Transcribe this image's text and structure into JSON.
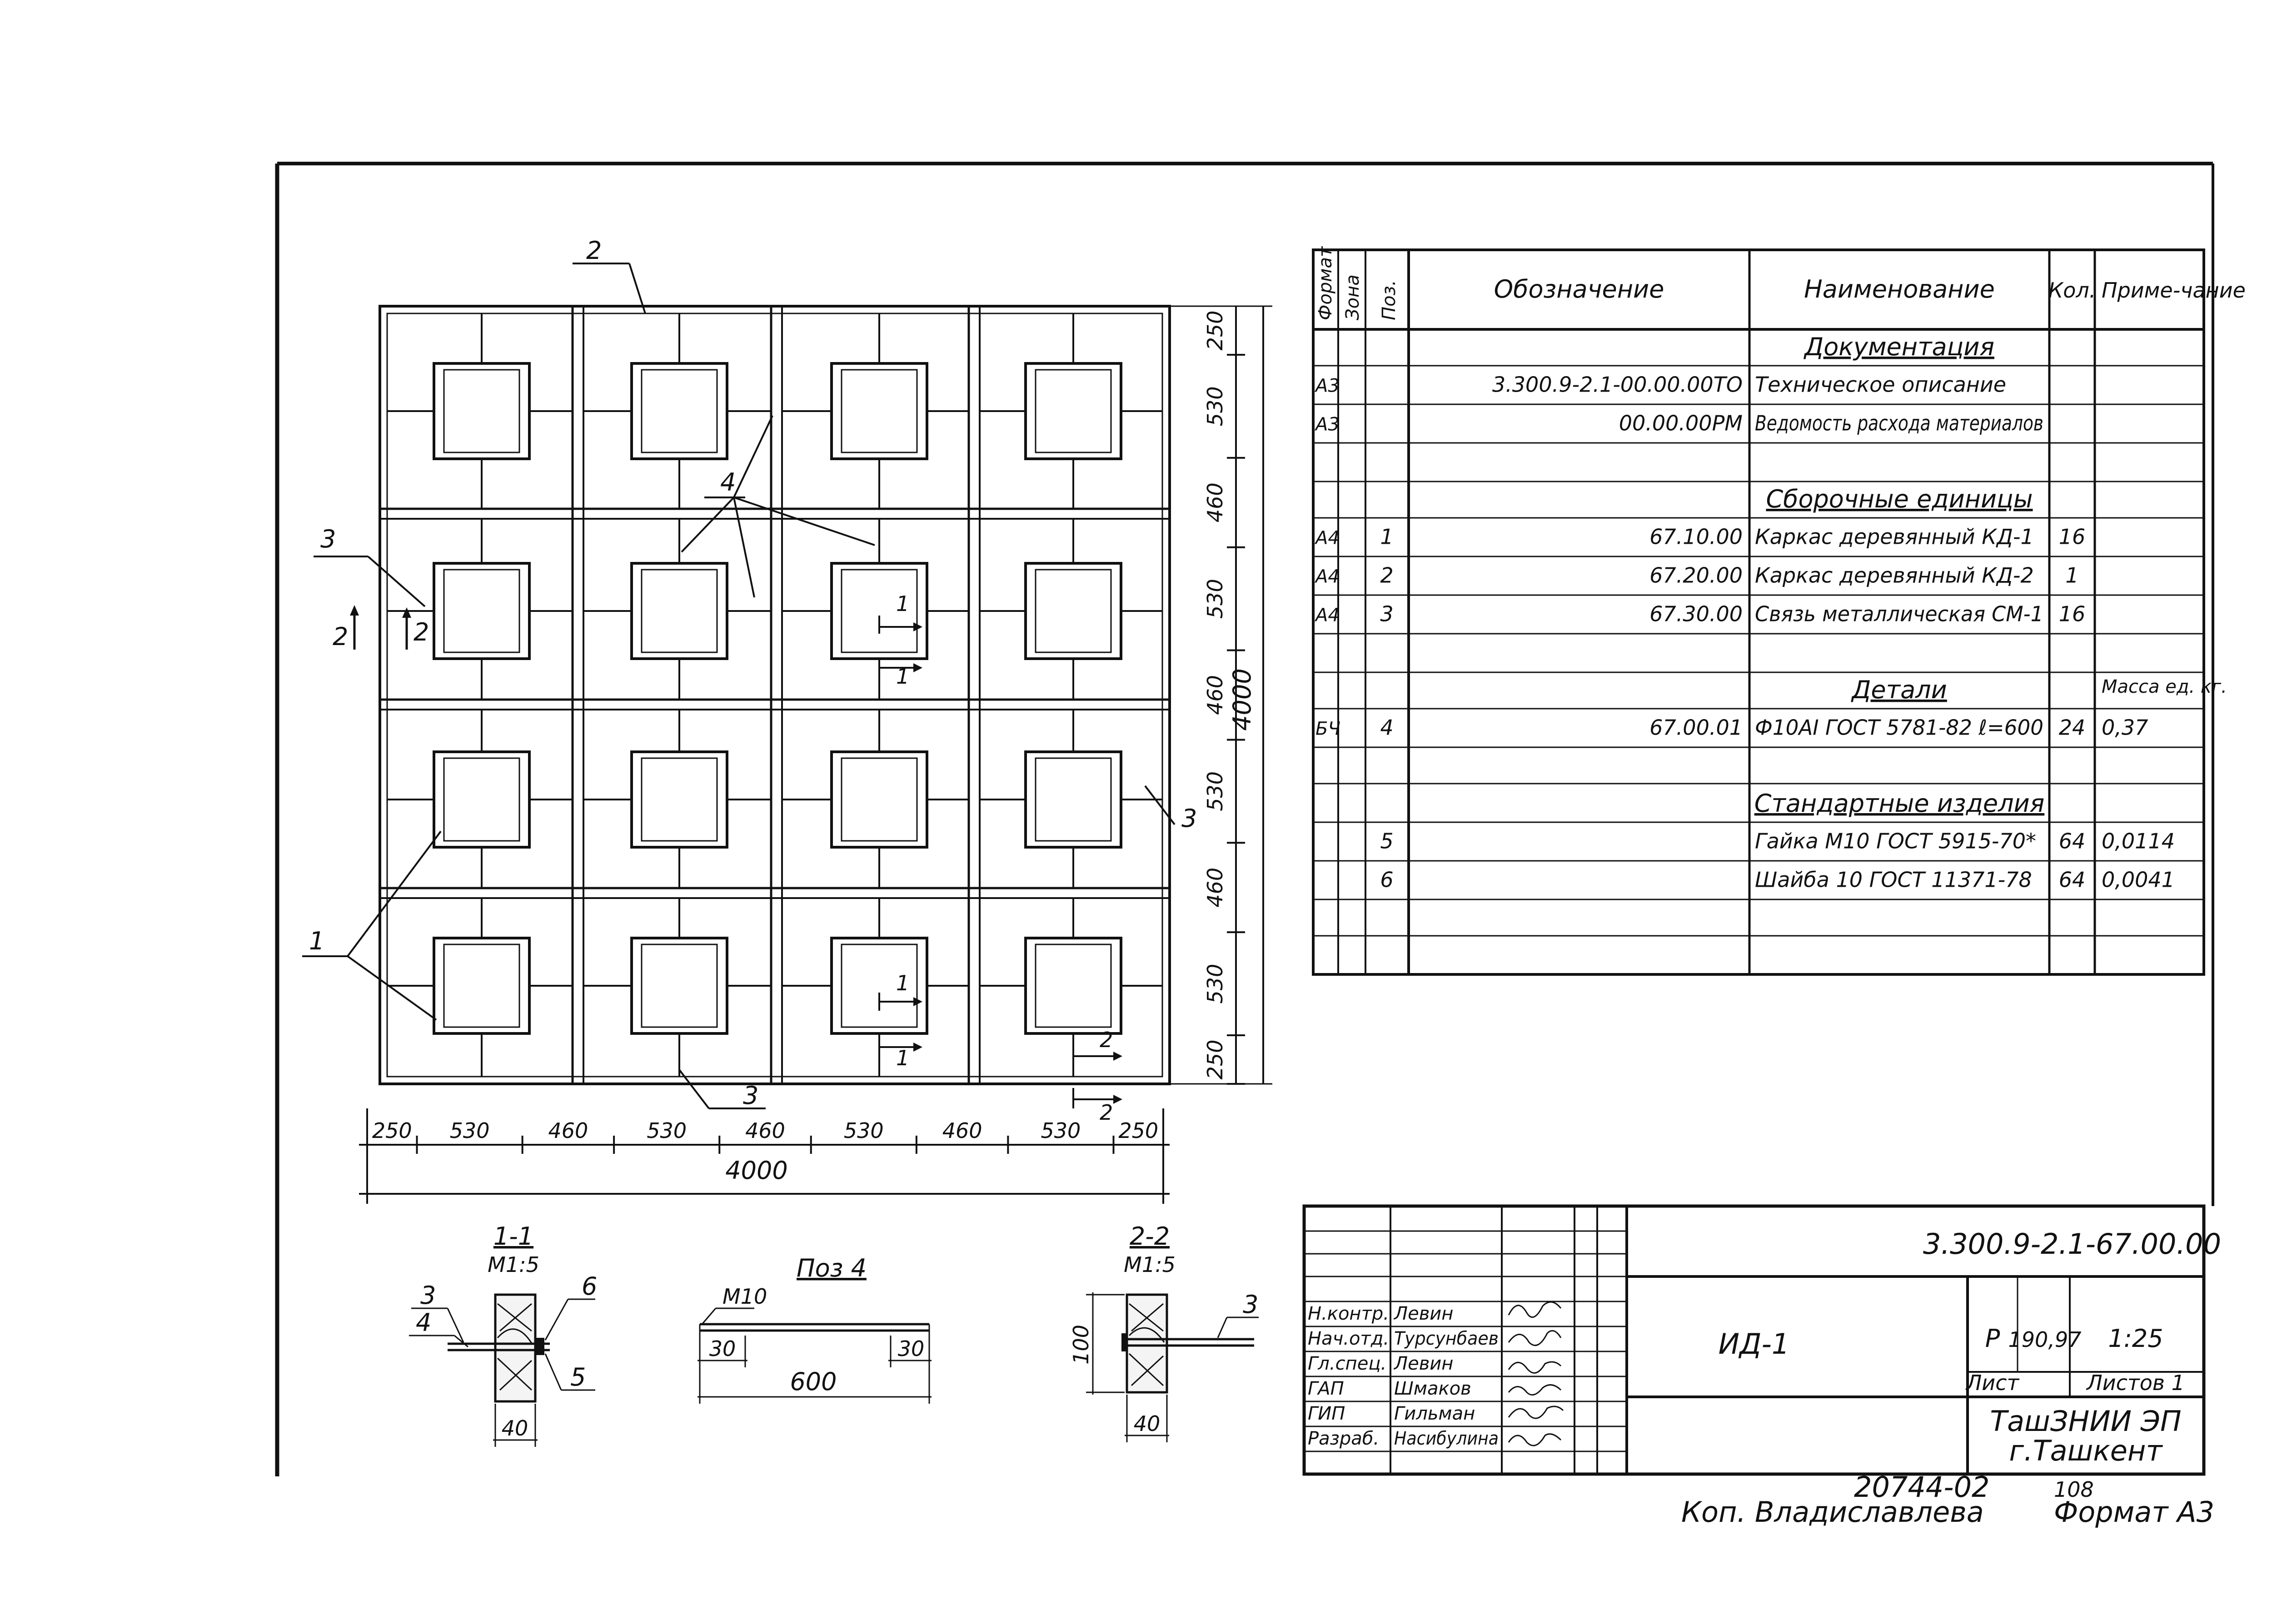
{
  "colors": {
    "ink": "#111111",
    "paper": "#ffffff",
    "wood_fill": "#f4f4f4"
  },
  "plan": {
    "callout_2": "2",
    "callout_3_left": "3",
    "callout_4": "4",
    "callout_1": "1",
    "callout_3_right": "3",
    "callout_3_bottom": "3",
    "section_2_arrow_label": "2",
    "section_2_arrow_label_b": "2",
    "section_mark_1a_top": "1",
    "section_mark_1a_bottom": "1",
    "section_mark_1b_top": "1",
    "section_mark_1b_bottom": "1",
    "section_mark_2b_top": "2",
    "section_mark_2b_bottom": "2",
    "dim_bottom": [
      "250",
      "530",
      "460",
      "530",
      "460",
      "530",
      "460",
      "530",
      "250"
    ],
    "dim_bottom_total": "4000",
    "dim_right": [
      "250",
      "530",
      "460",
      "530",
      "460",
      "530",
      "460",
      "530",
      "250"
    ],
    "dim_right_total": "4000"
  },
  "spec": {
    "headers": {
      "format": "Формат",
      "zone": "Зона",
      "pos": "Поз.",
      "designation": "Обозначение",
      "name": "Наименование",
      "qty": "Кол.",
      "note": "Приме-чание"
    },
    "sec_docs": "Документация",
    "sec_units": "Сборочные единицы",
    "sec_details": "Детали",
    "sec_standard": "Стандартные изделия",
    "note_mass": "Масса ед. кг.",
    "rows": [
      {
        "format": "А3",
        "pos": "",
        "designation": "3.300.9-2.1-00.00.00ТО",
        "name": "Техническое описание",
        "qty": "",
        "note": ""
      },
      {
        "format": "А3",
        "pos": "",
        "designation": "00.00.00РМ",
        "name": "Ведомость расхода материалов",
        "qty": "",
        "note": ""
      },
      {
        "format": "А4",
        "pos": "1",
        "designation": "67.10.00",
        "name": "Каркас деревянный КД-1",
        "qty": "16",
        "note": ""
      },
      {
        "format": "А4",
        "pos": "2",
        "designation": "67.20.00",
        "name": "Каркас деревянный КД-2",
        "qty": "1",
        "note": ""
      },
      {
        "format": "А4",
        "pos": "3",
        "designation": "67.30.00",
        "name": "Связь металлическая СМ-1",
        "qty": "16",
        "note": ""
      },
      {
        "format": "БЧ",
        "pos": "4",
        "designation": "67.00.01",
        "name": "Ф10АI ГОСТ 5781-82 ℓ=600",
        "qty": "24",
        "note": "0,37"
      },
      {
        "format": "",
        "pos": "5",
        "designation": "",
        "name": "Гайка М10 ГОСТ 5915-70*",
        "qty": "64",
        "note": "0,0114"
      },
      {
        "format": "",
        "pos": "6",
        "designation": "",
        "name": "Шайба 10 ГОСТ 11371-78",
        "qty": "64",
        "note": "0,0041"
      }
    ]
  },
  "details": {
    "s11_title": "1-1",
    "s11_scale": "М1:5",
    "s11_c3": "3",
    "s11_c4": "4",
    "s11_c6": "6",
    "s11_c5": "5",
    "s11_dim": "40",
    "pos4_title": "Поз 4",
    "pos4_thread": "М10",
    "pos4_d1": "30",
    "pos4_d2": "30",
    "pos4_len": "600",
    "s22_title": "2-2",
    "s22_scale": "М1:5",
    "s22_c3": "3",
    "s22_h": "100",
    "s22_w": "40"
  },
  "title_block": {
    "code": "3.300.9-2.1-67.00.00",
    "item": "ИД-1",
    "stage": "Р",
    "date": "190,97",
    "scale": "1:25",
    "sheet": "Лист",
    "sheets": "Листов 1",
    "org1": "ТашЗНИИ ЭП",
    "org2": "г.Ташкент",
    "roles": [
      {
        "role": "Н.контр.",
        "name": "Левин"
      },
      {
        "role": "Нач.отд.",
        "name": "Турсунбаев"
      },
      {
        "role": "Гл.спец.",
        "name": "Левин"
      },
      {
        "role": "ГАП",
        "name": "Шмаков"
      },
      {
        "role": "ГИП",
        "name": "Гильман"
      },
      {
        "role": "Разраб.",
        "name": "Насибулина"
      }
    ],
    "bottom_num": "20744-02",
    "bottom_page": "108",
    "copied_by": "Коп. Владиславлева",
    "format": "Формат А3"
  }
}
